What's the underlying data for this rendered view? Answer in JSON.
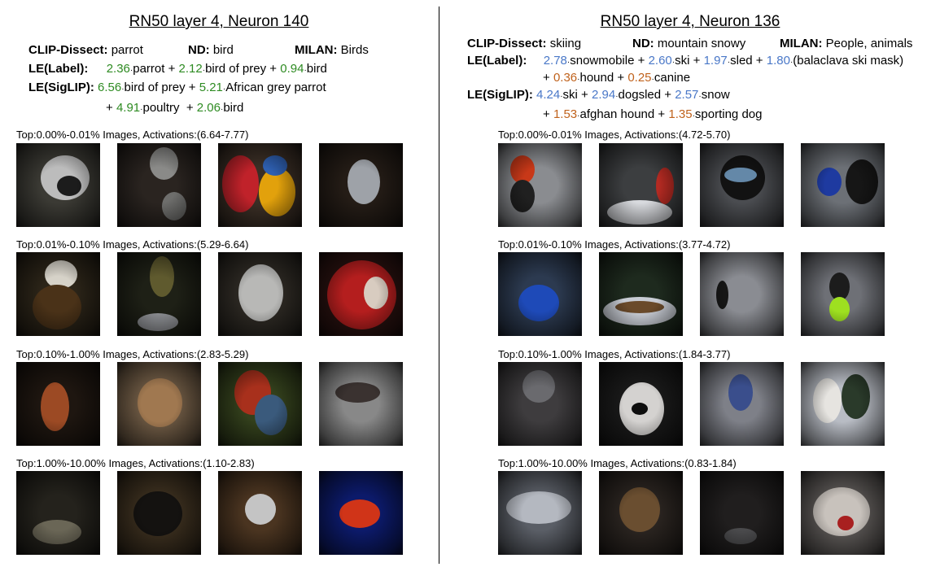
{
  "left": {
    "title": "RN50 layer 4, Neuron 140",
    "clip_label": "CLIP-Dissect:",
    "clip_value": "parrot",
    "nd_label": "ND:",
    "nd_value": "bird",
    "milan_label": "MILAN:",
    "milan_value": "Birds",
    "le_label_label": "LE(Label):",
    "le_label_terms": [
      {
        "w": "2.36",
        "t": "parrot"
      },
      {
        "w": "2.12",
        "t": "bird of prey"
      },
      {
        "w": "0.94",
        "t": "bird"
      }
    ],
    "le_siglip_label": "LE(SigLIP):",
    "le_siglip_terms": [
      {
        "w": "6.56",
        "t": "bird of prey"
      },
      {
        "w": "5.21",
        "t": "African grey parrot"
      },
      {
        "w": "4.91",
        "t": "poultry"
      },
      {
        "w": "2.06",
        "t": "bird"
      }
    ],
    "captions": [
      "Top:0.00%-0.01% Images, Activations:(6.64-7.77)",
      "Top:0.01%-0.10% Images, Activations:(5.29-6.64)",
      "Top:0.10%-1.00% Images, Activations:(2.83-5.29)",
      "Top:1.00%-10.00% Images, Activations:(1.10-2.83)"
    ]
  },
  "right": {
    "title": "RN50 layer 4, Neuron 136",
    "clip_label": "CLIP-Dissect:",
    "clip_value": "skiing",
    "nd_label": "ND:",
    "nd_value": "mountain snowy",
    "milan_label": "MILAN:",
    "milan_value": "People, animals",
    "le_label_label": "LE(Label):",
    "le_label_terms": [
      {
        "w": "2.78",
        "t": "snowmobile"
      },
      {
        "w": "2.60",
        "t": "ski"
      },
      {
        "w": "1.97",
        "t": "sled"
      },
      {
        "w": "1.80",
        "t": "(balaclava ski mask)"
      },
      {
        "w": "0.36",
        "t": "hound"
      },
      {
        "w": "0.25",
        "t": "canine"
      }
    ],
    "le_siglip_label": "LE(SigLIP):",
    "le_siglip_terms": [
      {
        "w": "4.24",
        "t": "ski"
      },
      {
        "w": "2.94",
        "t": "dogsled"
      },
      {
        "w": "2.57",
        "t": "snow"
      },
      {
        "w": "1.53",
        "t": "afghan hound"
      },
      {
        "w": "1.35",
        "t": "sporting dog"
      }
    ],
    "captions": [
      "Top:0.00%-0.01% Images, Activations:(4.72-5.70)",
      "Top:0.01%-0.10% Images, Activations:(3.77-4.72)",
      "Top:0.10%-1.00% Images, Activations:(1.84-3.77)",
      "Top:1.00%-10.00% Images, Activations:(0.83-1.84)"
    ]
  },
  "colors": {
    "left_weight": "#2e8b22",
    "right_positive": "#4a78c8",
    "right_negative": "#c0621c"
  }
}
